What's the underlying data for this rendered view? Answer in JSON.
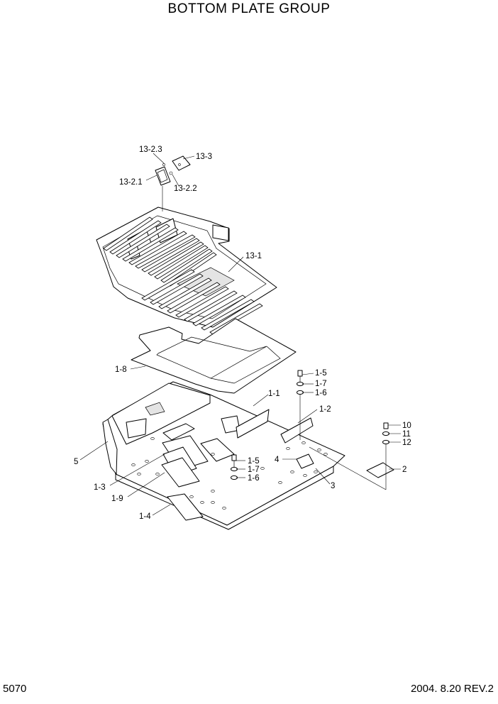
{
  "title": "BOTTOM PLATE GROUP",
  "page_number": "5070",
  "revision": "2004. 8.20  REV.2",
  "callouts": {
    "c_13_2_3": "13-2.3",
    "c_13_3": "13-3",
    "c_13_2_1": "13-2.1",
    "c_13_2_2": "13-2.2",
    "c_13_1": "13-1",
    "c_1_8": "1-8",
    "c_1_5_a": "1-5",
    "c_1_7_a": "1-7",
    "c_1_6_a": "1-6",
    "c_1_1": "1-1",
    "c_1_2": "1-2",
    "c_10": "10",
    "c_11": "11",
    "c_12": "12",
    "c_5": "5",
    "c_1_5_b": "1-5",
    "c_1_7_b": "1-7",
    "c_1_6_b": "1-6",
    "c_4": "4",
    "c_2": "2",
    "c_1_3": "1-3",
    "c_3": "3",
    "c_1_9": "1-9",
    "c_1_4": "1-4"
  }
}
